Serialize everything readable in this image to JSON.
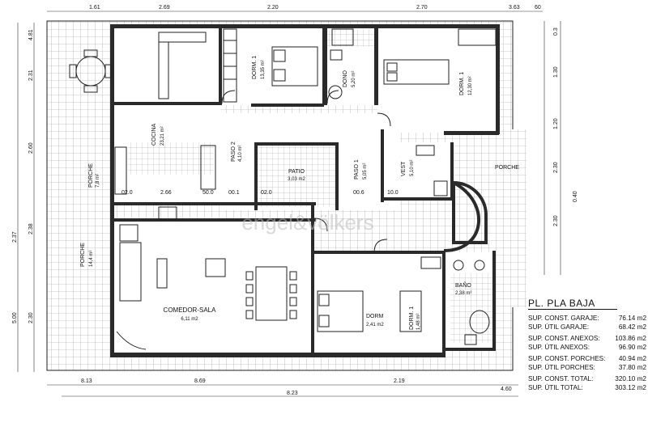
{
  "plan": {
    "title": "PL. PLA BAJA",
    "watermark": "engel&völkers",
    "rooms": [
      {
        "key": "dorm1",
        "name": "DORM. 1",
        "area": "13,35 m²"
      },
      {
        "key": "dono",
        "name": "DONO",
        "area": "5,20 m²"
      },
      {
        "key": "dorm1b",
        "name": "DORM. 1",
        "area": "12,30 m²"
      },
      {
        "key": "cocina",
        "name": "COCINA",
        "area": "23,21 m²"
      },
      {
        "key": "paso2",
        "name": "PASO 2",
        "area": "4,10 m²"
      },
      {
        "key": "patio",
        "name": "PATIO",
        "area": "3,03 m2"
      },
      {
        "key": "paso1",
        "name": "PASO 1",
        "area": "5,05 m²"
      },
      {
        "key": "vest",
        "name": "VEST",
        "area": "5,10 m²"
      },
      {
        "key": "porche_top",
        "name": "PORCHE",
        "area": ""
      },
      {
        "key": "porche_small",
        "name": "PORCHE",
        "area": "7,8 m²"
      },
      {
        "key": "porche_left",
        "name": "PORCHE",
        "area": "14,4 m²"
      },
      {
        "key": "comedor",
        "name": "COMEDOR-SALA",
        "area": "6,11 m2"
      },
      {
        "key": "dorm",
        "name": "DORM",
        "area": "2,41 m2"
      },
      {
        "key": "dorm1c",
        "name": "DORM. 1",
        "area": "1,48 m²"
      },
      {
        "key": "bano",
        "name": "BAÑO",
        "area": "2,38 m²"
      }
    ],
    "dims_top": [
      "1.61",
      "2.69",
      "2.20",
      "2.70",
      "3.63",
      "60"
    ],
    "dims_bottom": [
      "8.13",
      "8.69",
      "2.19",
      "4.60",
      "8.23"
    ],
    "dims_left": [
      "4.81",
      "2.31",
      "2.60",
      "2.38",
      "2.37",
      "2.30",
      "5.00"
    ],
    "dims_right": [
      "0.3",
      "1.30",
      "1.20",
      "2.30",
      "2.30",
      "0.40"
    ],
    "interior_dims": [
      "02.0",
      "2.66",
      "50.0",
      "00.1",
      "02.0",
      "00.6",
      "10.0"
    ]
  },
  "legend": [
    {
      "label": "SUP. CONST. GARAJE:",
      "value": "76.14 m2"
    },
    {
      "label": "SUP. ÚTIL GARAJE:",
      "value": "68.42 m2"
    },
    {
      "label": "SUP. CONST. ANEXOS:",
      "value": "103.86 m2"
    },
    {
      "label": "SUP. ÚTIL ANEXOS:",
      "value": "96.90 m2"
    },
    {
      "label": "SUP. CONST. PORCHES:",
      "value": "40.94 m2"
    },
    {
      "label": "SUP. ÚTIL PORCHES:",
      "value": "37.80 m2"
    },
    {
      "label": "SUP. CONST. TOTAL:",
      "value": "320.10 m2"
    },
    {
      "label": "SUP. ÚTIL TOTAL:",
      "value": "303.12 m2"
    }
  ]
}
